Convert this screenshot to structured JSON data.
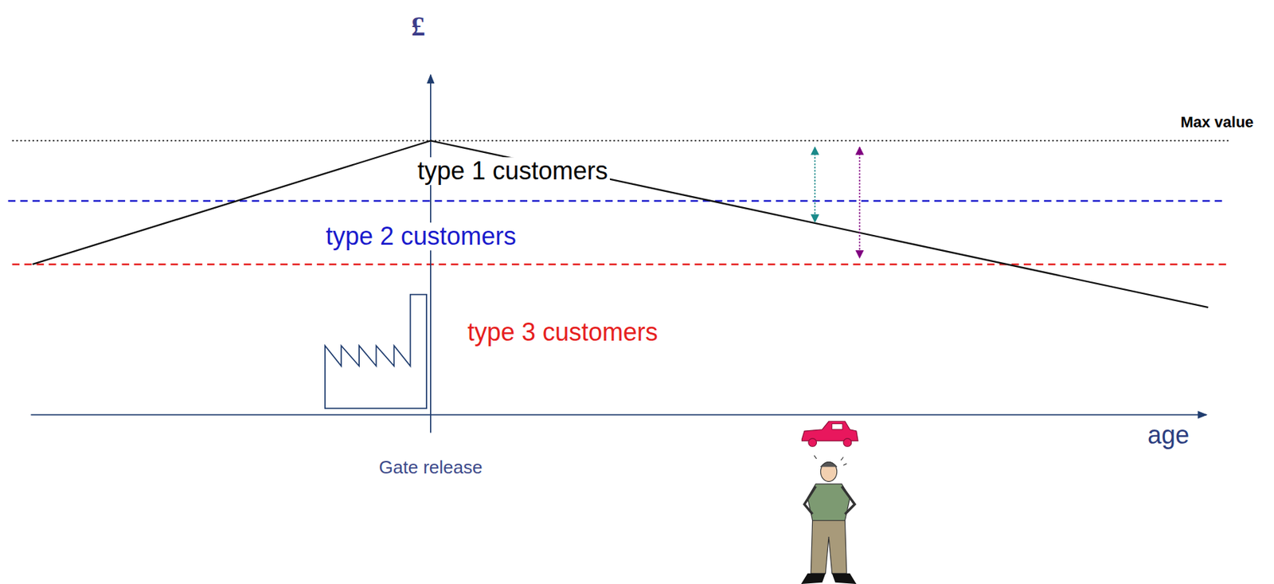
{
  "diagram": {
    "labels": [
      "£",
      "Max value",
      "type 1 customers",
      "type 2 customers",
      "type 3 customers",
      "Gate release",
      "age"
    ]
  }
}
